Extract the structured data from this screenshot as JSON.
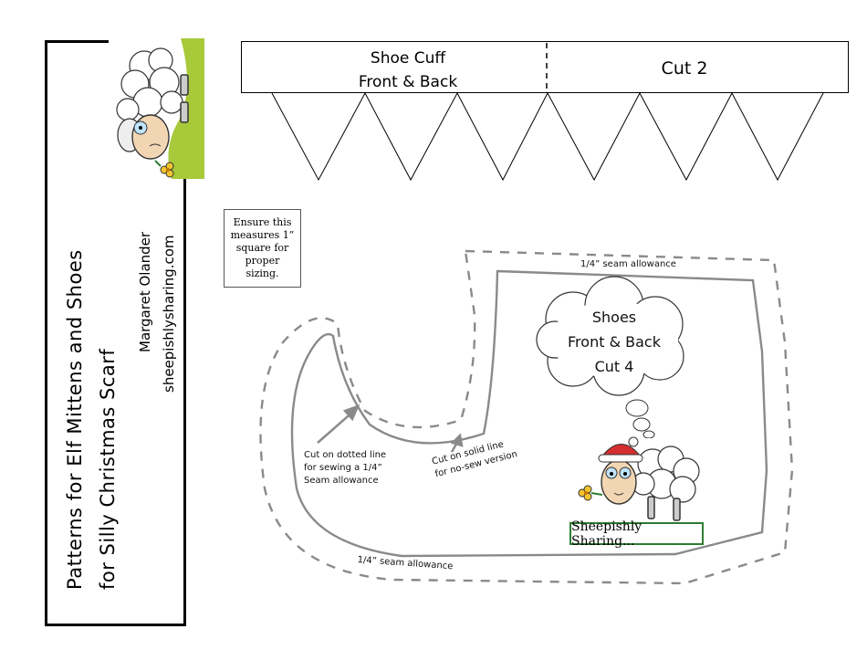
{
  "sidebar": {
    "title_line1": "Patterns for Elf Mittens and Shoes",
    "title_line2": "for Silly Christmas Scarf",
    "author": "Margaret Olander",
    "website": "sheepishlysharing.com"
  },
  "cuff": {
    "label_line1": "Shoe Cuff",
    "label_line2": "Front & Back",
    "cut_label": "Cut 2"
  },
  "measure_note": "Ensure this measures 1” square for proper sizing.",
  "shoe": {
    "seam_top": "1/4” seam allowance",
    "seam_bottom": "1/4” seam allowance",
    "cloud_line1": "Shoes",
    "cloud_line2": "Front & Back",
    "cloud_line3": "Cut 4",
    "dotted_note_line1": "Cut on dotted line",
    "dotted_note_line2": "for sewing a 1/4”",
    "dotted_note_line3": "Seam allowance",
    "solid_note_line1": "Cut on solid line",
    "solid_note_line2": "for no-sew version",
    "badge": "Sheepishly Sharing..."
  },
  "colors": {
    "pattern_line": "#8a8a8a",
    "grass": "#a7c93a",
    "badge_border": "#2e7d32",
    "hat_red": "#d32f2f",
    "flower": "#f4c430"
  },
  "icons": [
    "sheep-illustration",
    "santa-sheep-illustration",
    "flower-icon",
    "arrow-icon"
  ]
}
